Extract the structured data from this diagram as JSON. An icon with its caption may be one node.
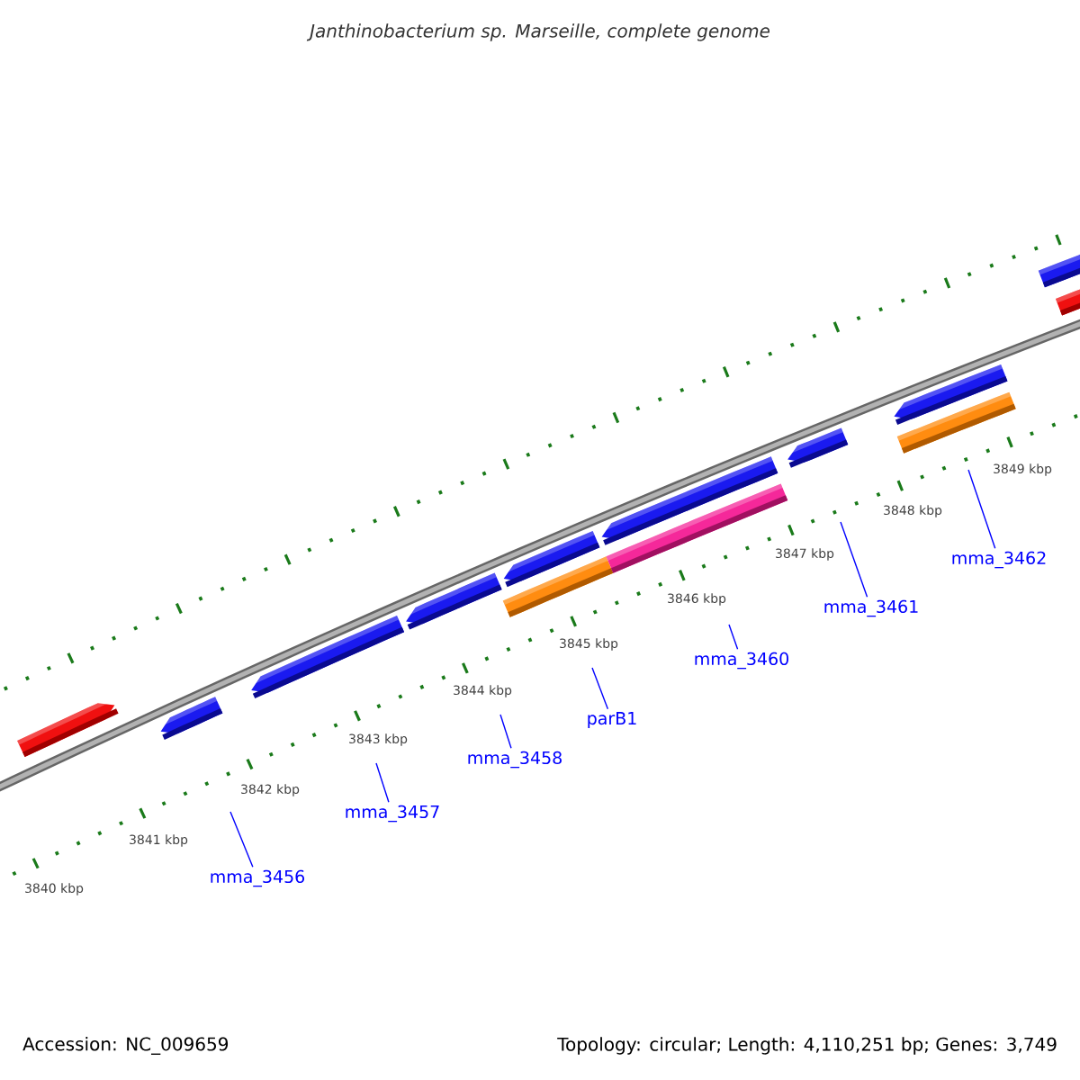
{
  "diagram": {
    "title": "Janthinobacterium sp. Marseille, complete genome",
    "nodes": [
      {
        "text": [
          "mma_3456"
        ]
      },
      {
        "text": [
          "mma_3457"
        ]
      },
      {
        "text": [
          "mma_3458"
        ]
      },
      {
        "text": [
          "parB1"
        ]
      },
      {
        "text": [
          "mma_3460"
        ]
      },
      {
        "text": [
          "mma_3461"
        ]
      },
      {
        "text": [
          "mma_3462"
        ]
      }
    ],
    "edges": [
      {
        "from": 0,
        "to": null,
        "arrow": "none"
      },
      {
        "from": 1,
        "to": null,
        "arrow": "none"
      },
      {
        "from": 2,
        "to": null,
        "arrow": "none"
      },
      {
        "from": 3,
        "to": null,
        "arrow": "none"
      },
      {
        "from": 4,
        "to": null,
        "arrow": "none"
      },
      {
        "from": 5,
        "to": null,
        "arrow": "none"
      },
      {
        "from": 6,
        "to": null,
        "arrow": "none"
      }
    ],
    "labels": [
      "3840 kbp",
      "3841 kbp",
      "3842 kbp",
      "3843 kbp",
      "3844 kbp",
      "3845 kbp",
      "3846 kbp",
      "3847 kbp",
      "3848 kbp",
      "3849 kbp",
      "Accession: NC_009659",
      "Topology: circular; Length: 4,110,251 bp; Genes: 3,749"
    ]
  }
}
